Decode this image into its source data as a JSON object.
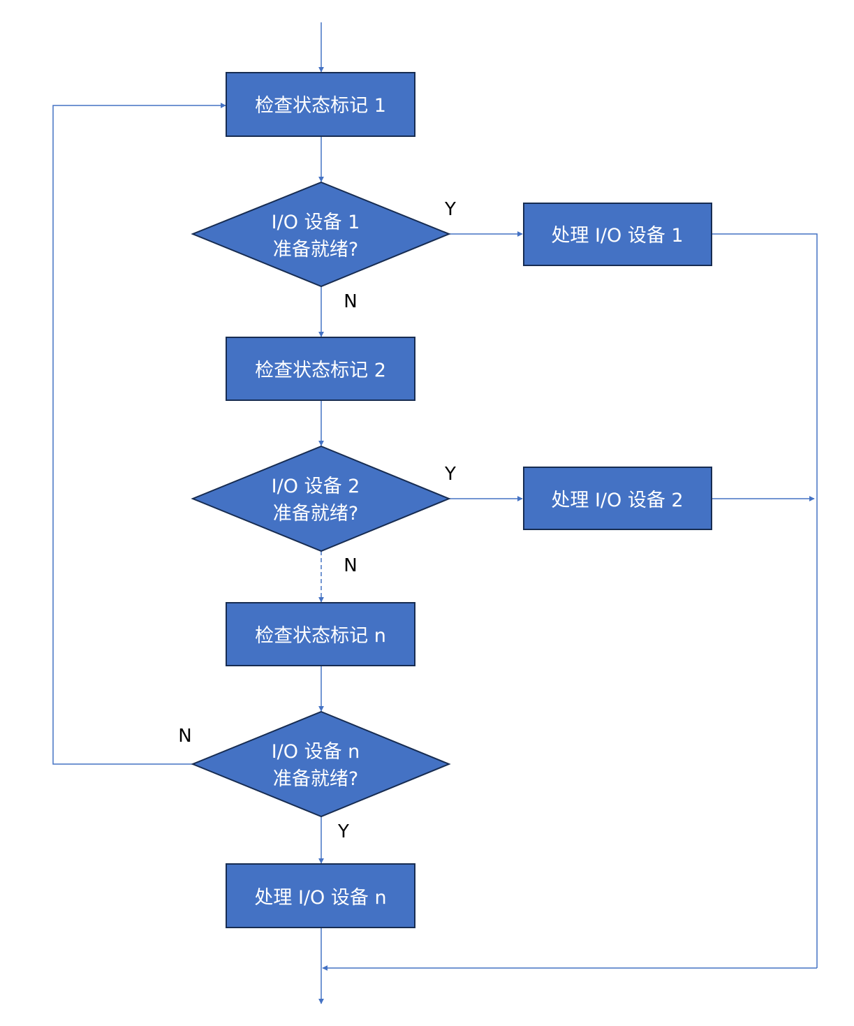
{
  "colors": {
    "node_fill": "#4472c4",
    "node_border": "#172c51",
    "edge": "#4472c4",
    "node_text": "#ffffff",
    "label_text": "#000000"
  },
  "nodes": {
    "check1": {
      "type": "process",
      "label": "检查状态标记 1"
    },
    "decide1": {
      "type": "decision",
      "lines": [
        "I/O 设备 1",
        "准备就绪?"
      ]
    },
    "handle1": {
      "type": "process",
      "label": "处理 I/O 设备 1"
    },
    "check2": {
      "type": "process",
      "label": "检查状态标记 2"
    },
    "decide2": {
      "type": "decision",
      "lines": [
        "I/O 设备 2",
        "准备就绪?"
      ]
    },
    "handle2": {
      "type": "process",
      "label": "处理 I/O 设备 2"
    },
    "checkn": {
      "type": "process",
      "label": "检查状态标记 n"
    },
    "deciden": {
      "type": "decision",
      "lines": [
        "I/O 设备 n",
        "准备就绪?"
      ]
    },
    "handlen": {
      "type": "process",
      "label": "处理 I/O 设备 n"
    }
  },
  "edge_labels": {
    "decide1_yes": "Y",
    "decide1_no": "N",
    "decide2_yes": "Y",
    "decide2_no": "N",
    "deciden_no": "N",
    "deciden_yes": "Y"
  },
  "edges": [
    {
      "from": "start",
      "to": "check1"
    },
    {
      "from": "check1",
      "to": "decide1"
    },
    {
      "from": "decide1",
      "to": "handle1",
      "label": "Y"
    },
    {
      "from": "decide1",
      "to": "check2",
      "label": "N"
    },
    {
      "from": "check2",
      "to": "decide2"
    },
    {
      "from": "decide2",
      "to": "handle2",
      "label": "Y"
    },
    {
      "from": "decide2",
      "to": "checkn",
      "label": "N",
      "style": "dashed"
    },
    {
      "from": "checkn",
      "to": "deciden"
    },
    {
      "from": "deciden",
      "to": "check1",
      "label": "N"
    },
    {
      "from": "deciden",
      "to": "handlen",
      "label": "Y"
    },
    {
      "from": "handle1",
      "to": "merge"
    },
    {
      "from": "handle2",
      "to": "merge"
    },
    {
      "from": "handlen",
      "to": "end"
    }
  ]
}
